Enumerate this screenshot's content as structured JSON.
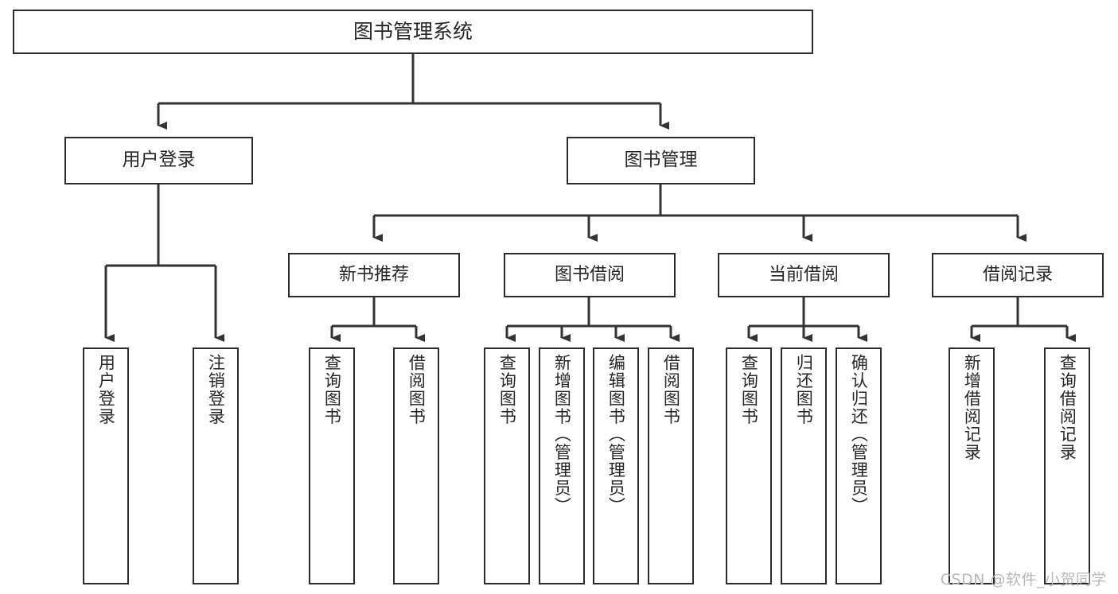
{
  "diagram": {
    "title": "图书管理系统",
    "type": "功能结构图",
    "watermark": "CSDN @软件_小贺同学",
    "theme": {
      "background": "#ffffff",
      "box_border": "#2b2b2b",
      "connector": "#333333",
      "text": "#262626",
      "watermark_color": "#b9b9b9"
    },
    "root": {
      "id": "root",
      "label": "图书管理系统"
    },
    "level2": [
      {
        "id": "user-login",
        "label": "用户登录"
      },
      {
        "id": "book-manage",
        "label": "图书管理"
      }
    ],
    "level3": [
      {
        "id": "new-book-recommend",
        "label": "新书推荐",
        "parent": "book-manage"
      },
      {
        "id": "book-borrow",
        "label": "图书借阅",
        "parent": "book-manage"
      },
      {
        "id": "current-borrow",
        "label": "当前借阅",
        "parent": "book-manage"
      },
      {
        "id": "borrow-record",
        "label": "借阅记录",
        "parent": "book-manage"
      }
    ],
    "leaves": [
      {
        "id": "leaf-user-login",
        "label": "用户登录",
        "parent": "user-login"
      },
      {
        "id": "leaf-user-logout",
        "label": "注销登录",
        "parent": "user-login"
      },
      {
        "id": "leaf-query-book-1",
        "label": "查询图书",
        "parent": "new-book-recommend"
      },
      {
        "id": "leaf-borrow-book-1",
        "label": "借阅图书",
        "parent": "new-book-recommend"
      },
      {
        "id": "leaf-query-book-2",
        "label": "查询图书",
        "parent": "book-borrow"
      },
      {
        "id": "leaf-add-book",
        "label": "新增图书（管理员）",
        "parent": "book-borrow"
      },
      {
        "id": "leaf-edit-book",
        "label": "编辑图书（管理员）",
        "parent": "book-borrow"
      },
      {
        "id": "leaf-borrow-book-2",
        "label": "借阅图书",
        "parent": "book-borrow"
      },
      {
        "id": "leaf-query-book-3",
        "label": "查询图书",
        "parent": "current-borrow"
      },
      {
        "id": "leaf-return-book",
        "label": "归还图书",
        "parent": "current-borrow"
      },
      {
        "id": "leaf-confirm-return",
        "label": "确认归还（管理员）",
        "parent": "current-borrow"
      },
      {
        "id": "leaf-add-record",
        "label": "新增借阅记录",
        "parent": "borrow-record"
      },
      {
        "id": "leaf-query-record",
        "label": "查询借阅记录",
        "parent": "borrow-record"
      }
    ]
  }
}
